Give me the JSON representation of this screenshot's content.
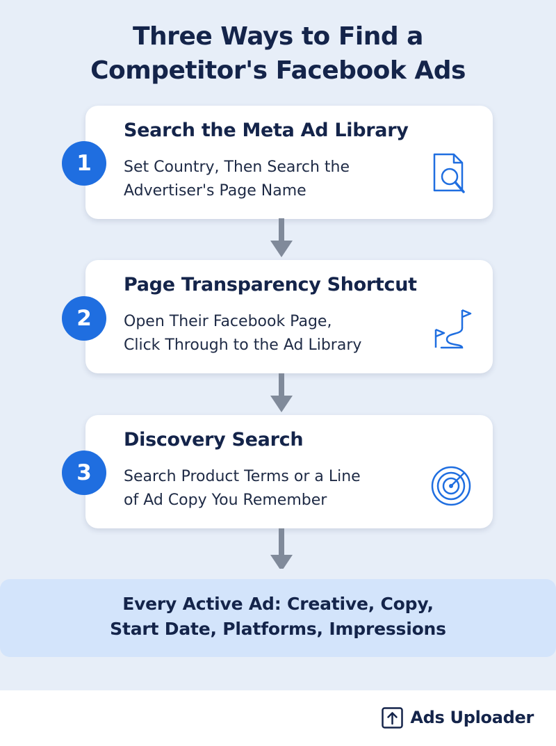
{
  "title": {
    "line1": "Three Ways to Find a",
    "line2": "Competitor's Facebook Ads"
  },
  "steps": [
    {
      "number": "1",
      "heading": "Search the Meta Ad Library",
      "desc_line1": "Set Country, Then Search the",
      "desc_line2": "Advertiser's Page Name",
      "icon": "document-search-icon"
    },
    {
      "number": "2",
      "heading": "Page Transparency Shortcut",
      "desc_line1": "Open Their Facebook Page,",
      "desc_line2": "Click Through to the Ad Library",
      "icon": "flag-path-icon"
    },
    {
      "number": "3",
      "heading": "Discovery Search",
      "desc_line1": "Search Product Terms or a Line",
      "desc_line2": "of Ad Copy You Remember",
      "icon": "radar-icon"
    }
  ],
  "result": {
    "line1": "Every Active Ad: Creative, Copy,",
    "line2": "Start Date, Platforms, Impressions"
  },
  "brand": {
    "name": "Ads Uploader",
    "icon": "upload-box-icon"
  },
  "colors": {
    "background": "#e7eef8",
    "accent": "#1f6ee0",
    "text": "#14244a",
    "arrow": "#808a9a",
    "result_bg": "#d3e4fb"
  }
}
